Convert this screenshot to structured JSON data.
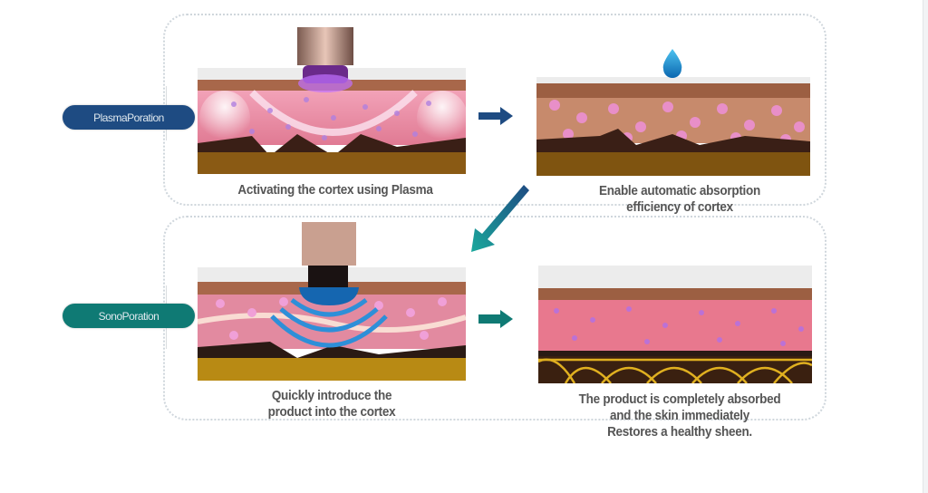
{
  "diagram": {
    "rows": [
      {
        "label": "PlasmaPoration",
        "label_color": "#1e4b82",
        "steps": [
          {
            "caption": "Activating the cortex using Plasma",
            "device": "plasma-probe"
          },
          {
            "caption_lines": [
              "Enable automatic absorption",
              "efficiency of cortex"
            ],
            "device": "water-drop"
          }
        ]
      },
      {
        "label": "SonoPoration",
        "label_color": "#0f7a74",
        "steps": [
          {
            "caption_lines": [
              "Quickly introduce the",
              "product into the cortex"
            ],
            "device": "ultrasound-probe"
          },
          {
            "caption_lines": [
              "The product is completely absorbed",
              "and the skin immediately",
              "Restores a healthy sheen."
            ],
            "device": "none"
          }
        ]
      }
    ],
    "arrow_colors": {
      "top_right": "#1e4b82",
      "diagonal_start": "#1e4b82",
      "diagonal_end": "#1aa89c",
      "bottom_right": "#0f7a74"
    }
  }
}
